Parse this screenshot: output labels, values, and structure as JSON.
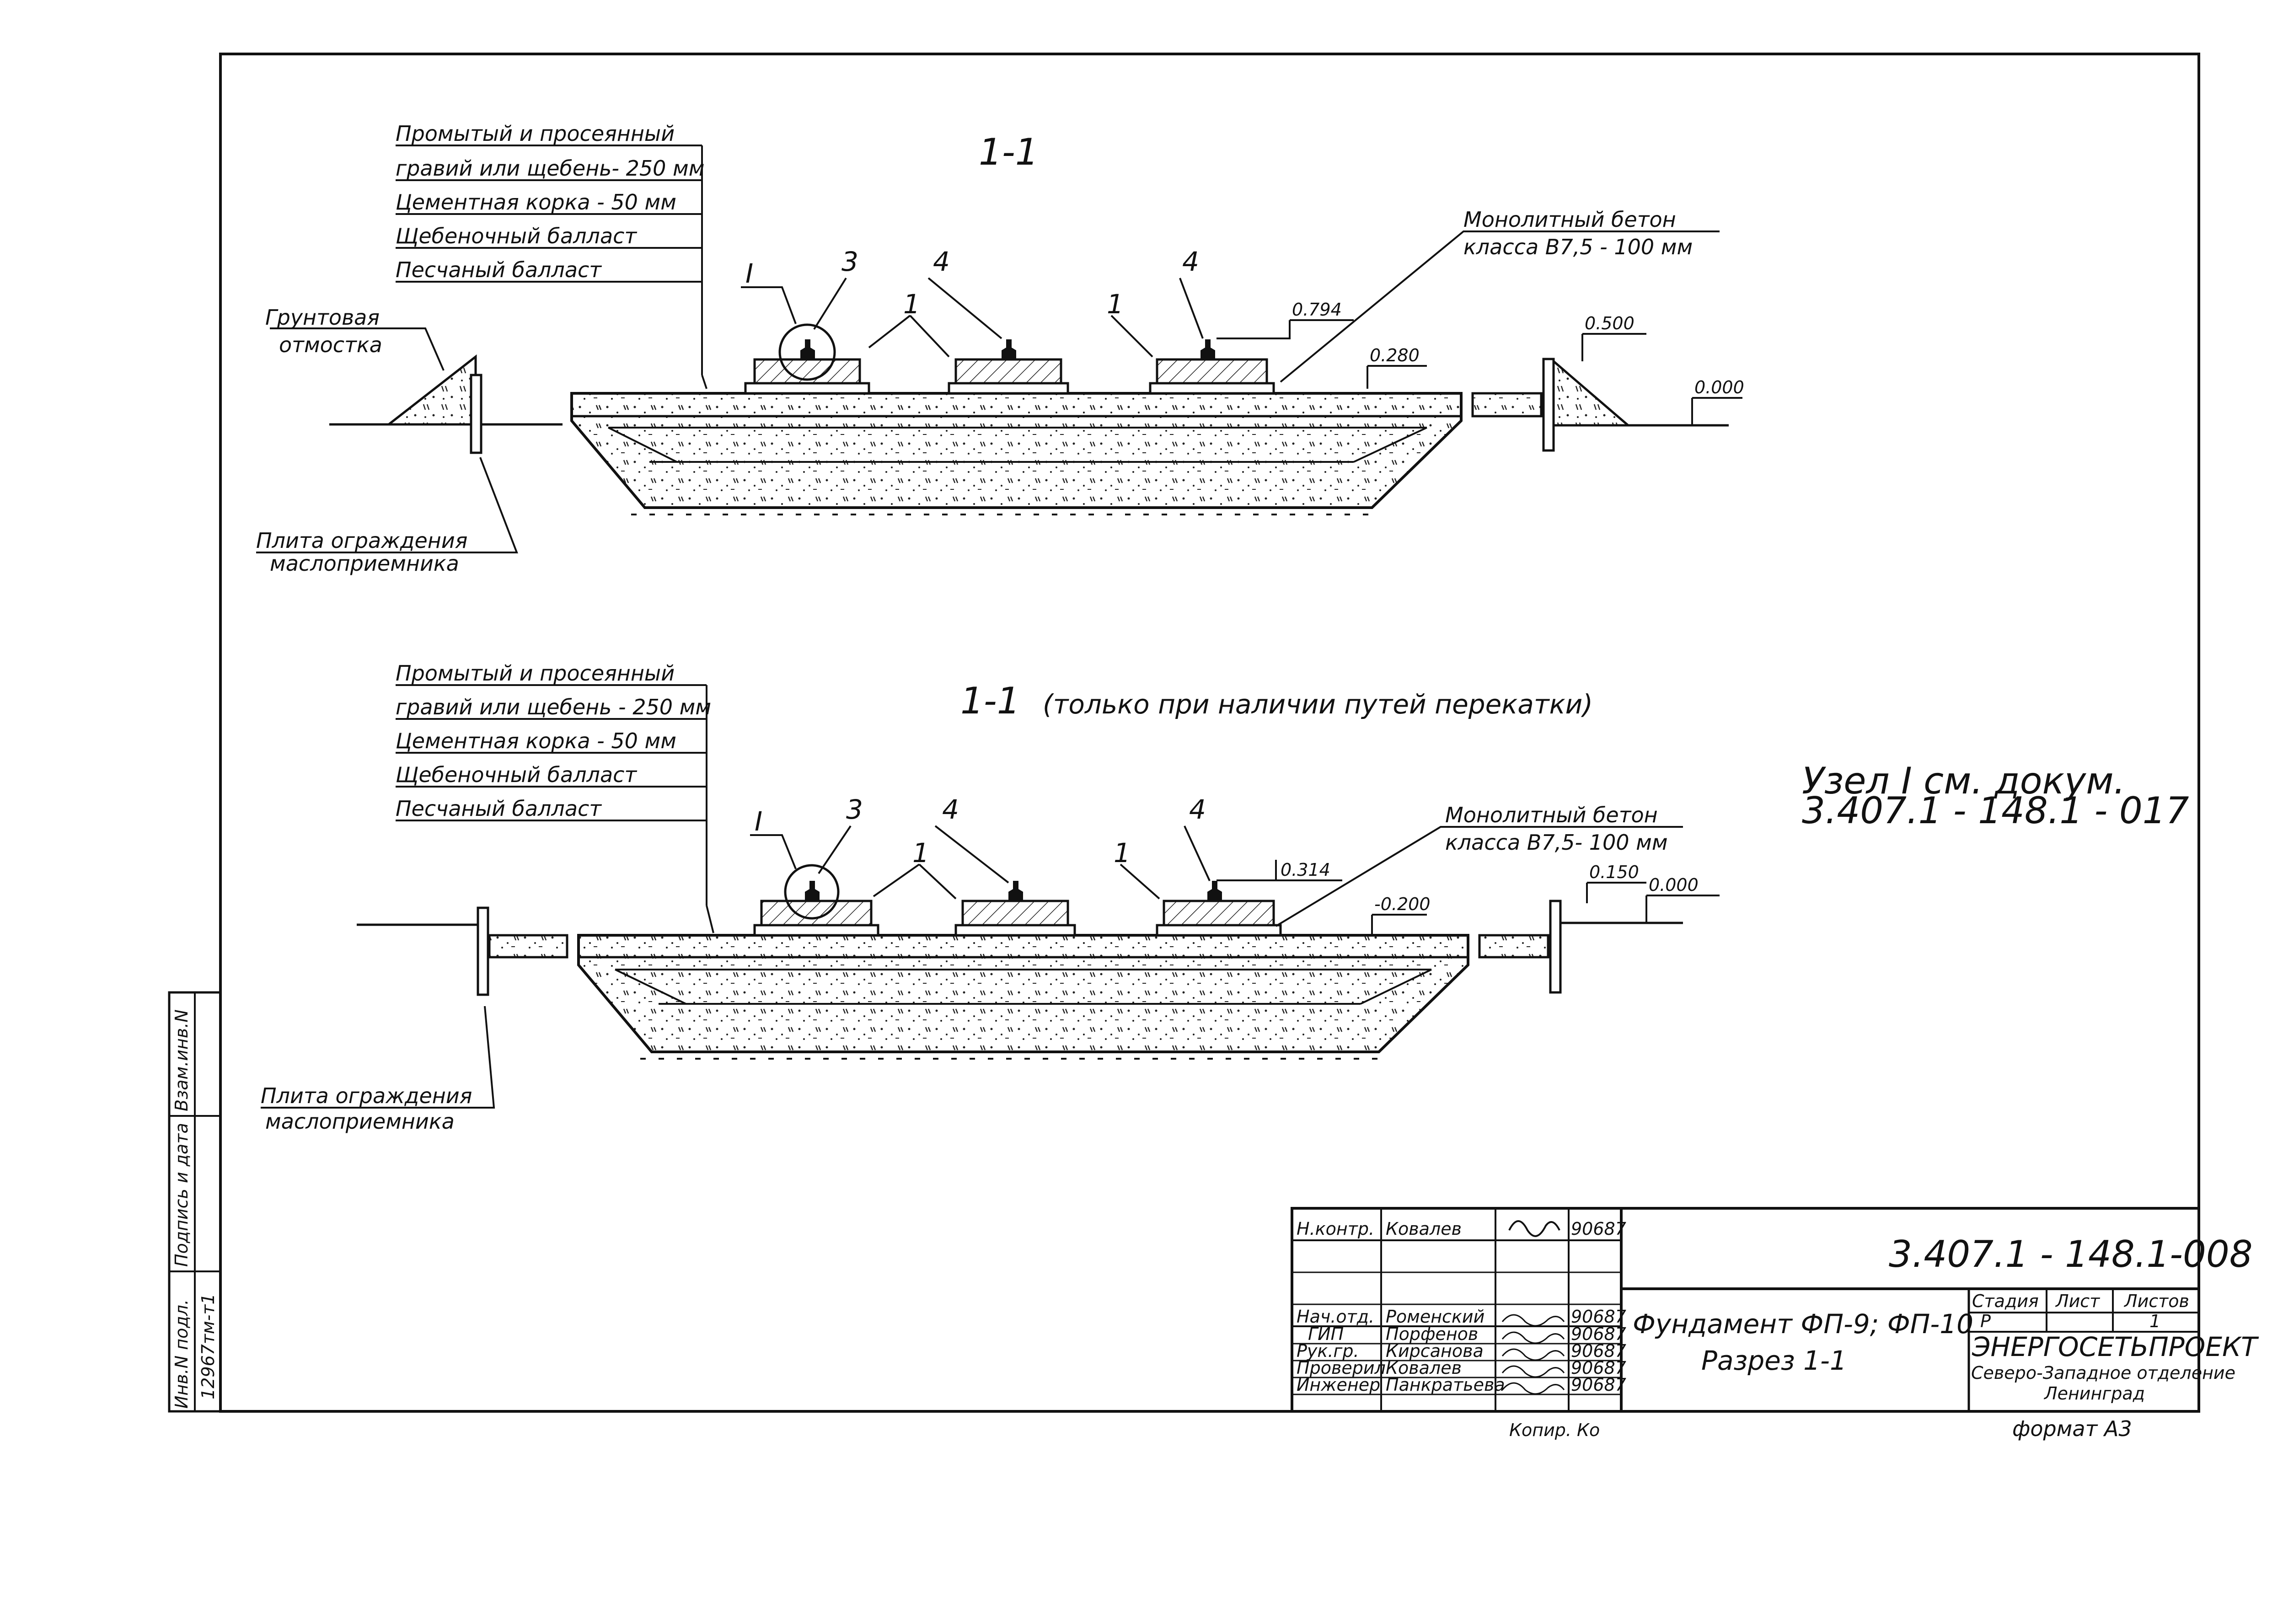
{
  "section1": {
    "title": "1-1",
    "layers": [
      "Промытый и просеянный",
      "гравий или щебень- 250 мм",
      "Цементная корка - 50 мм",
      "Щебеночный балласт",
      "Песчаный балласт"
    ],
    "label_ground": [
      "Грунтовая",
      "отмостка"
    ],
    "label_plate": [
      "Плита ограждения",
      "маслоприемника"
    ],
    "label_concrete": [
      "Монолитный бетон",
      "класса В7,5 - 100 мм"
    ],
    "node": "I",
    "pos3": "3",
    "pos4a": "4",
    "pos4b": "4",
    "pos1a": "1",
    "pos1b": "1",
    "elev_rail": "0.794",
    "elev_slab": "0.280",
    "elev_wall": "0.500",
    "elev_ground": "0.000"
  },
  "section2": {
    "title": "1-1",
    "subtitle": "(только при наличии путей перекатки)",
    "layers": [
      "Промытый и просеянный",
      "гравий или щебень - 250 мм",
      "Цементная корка - 50 мм",
      "Щебеночный балласт",
      "Песчаный балласт"
    ],
    "label_plate": [
      "Плита ограждения",
      "маслоприемника"
    ],
    "label_concrete": [
      "Монолитный бетон",
      "класса В7,5- 100 мм"
    ],
    "node": "I",
    "pos3": "3",
    "pos4a": "4",
    "pos4b": "4",
    "pos1a": "1",
    "pos1b": "1",
    "elev_rail": "0.314",
    "elev_slab": "-0.200",
    "elev_wall": "0.150",
    "elev_ground": "0.000"
  },
  "note": [
    "Узел I см. докум.",
    "3.407.1 - 148.1 - 017"
  ],
  "sidebar": {
    "inv_sub": "Инв.N подл.",
    "sign_date": "Подпись и дата",
    "vzam": "Взам.инв.N",
    "inv_value": "12967тм-т1"
  },
  "title_block": {
    "doc_number": "3.407.1 - 148.1-008",
    "title_line1": "Фундамент ФП-9; ФП-10",
    "title_line2": "Разрез 1-1",
    "stage_h": "Стадия",
    "sheet_h": "Лист",
    "sheets_h": "Листов",
    "stage_v": "Р",
    "sheets_v": "1",
    "org1": "ЭНЕРГОСЕТЬПРОЕКТ",
    "org2": "Северо-Западное отделение",
    "org3": "Ленинград",
    "rows": [
      {
        "role": "Н.контр.",
        "name": "Ковалев",
        "date": "90687"
      },
      {
        "role": "Нач.отд.",
        "name": "Роменский",
        "date": "90687"
      },
      {
        "role": "ГИП",
        "name": "Порфенов",
        "date": "90687"
      },
      {
        "role": "Рук.гр.",
        "name": "Кирсанова",
        "date": "90687"
      },
      {
        "role": "Проверил",
        "name": "Ковалев",
        "date": "90687"
      },
      {
        "role": "Инженер",
        "name": "Панкратьева",
        "date": "90687"
      }
    ],
    "copied": "Копир. Ко",
    "format": "формат А3"
  }
}
